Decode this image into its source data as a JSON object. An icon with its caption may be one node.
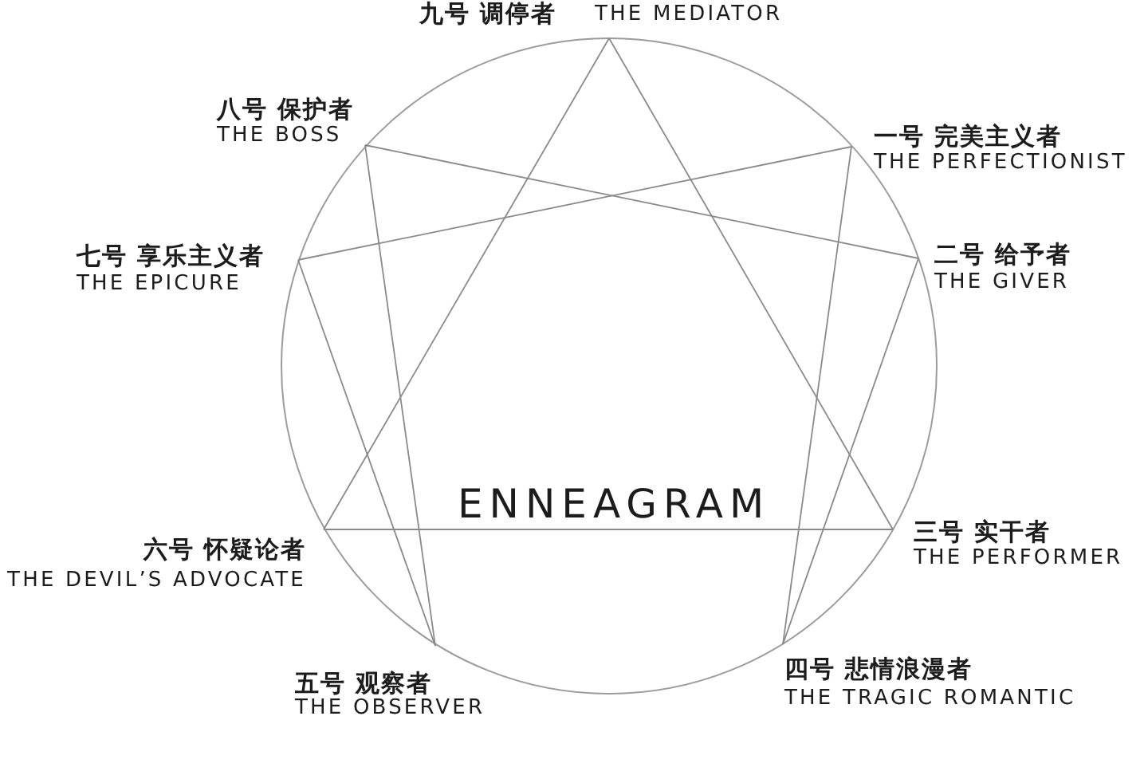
{
  "diagram": {
    "title": "ENNEAGRAM",
    "nodes": [
      {
        "text": [
          "九号 调停者",
          "THE MEDIATOR"
        ]
      },
      {
        "text": [
          "八号 保护者",
          "THE BOSS"
        ]
      },
      {
        "text": [
          "一号 完美主义者",
          "THE PERFECTIONIST"
        ]
      },
      {
        "text": [
          "七号 享乐主义者",
          "THE EPICURE"
        ]
      },
      {
        "text": [
          "二号 给予者",
          "THE GIVER"
        ]
      },
      {
        "text": [
          "六号 怀疑论者",
          "THE DEVIL’S ADVOCATE"
        ]
      },
      {
        "text": [
          "三号 实干者",
          "THE PERFORMER"
        ]
      },
      {
        "text": [
          "五号 观察者",
          "THE OBSERVER"
        ]
      },
      {
        "text": [
          "四号 悲情浪漫者",
          "THE TRAGIC ROMANTIC"
        ]
      }
    ],
    "edges": [
      {
        "from": 0,
        "to": 6,
        "arrow": "none"
      },
      {
        "from": 6,
        "to": 5,
        "arrow": "none"
      },
      {
        "from": 5,
        "to": 0,
        "arrow": "none"
      },
      {
        "from": 2,
        "to": 8,
        "arrow": "none"
      },
      {
        "from": 8,
        "to": 4,
        "arrow": "none"
      },
      {
        "from": 4,
        "to": 1,
        "arrow": "none"
      },
      {
        "from": 1,
        "to": 7,
        "arrow": "none"
      },
      {
        "from": 7,
        "to": 3,
        "arrow": "none"
      },
      {
        "from": 3,
        "to": 2,
        "arrow": "none"
      }
    ]
  }
}
